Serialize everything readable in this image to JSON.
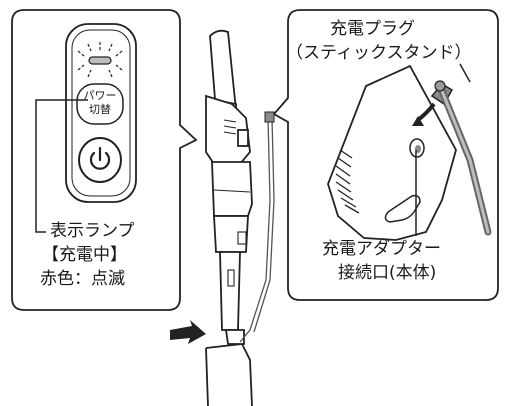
{
  "left_panel": {
    "power_button": {
      "line1": "パワー",
      "line2": "切替"
    },
    "lamp_label": {
      "line1": "表示ランプ",
      "line2": "【充電中】",
      "line3": "赤色：点滅"
    }
  },
  "right_panel": {
    "plug_label": {
      "line1": "充電プラグ",
      "line2": "（スティックスタンド）"
    },
    "port_label": {
      "line1": "充電アダプター",
      "line2": "接続口(本体)"
    }
  }
}
